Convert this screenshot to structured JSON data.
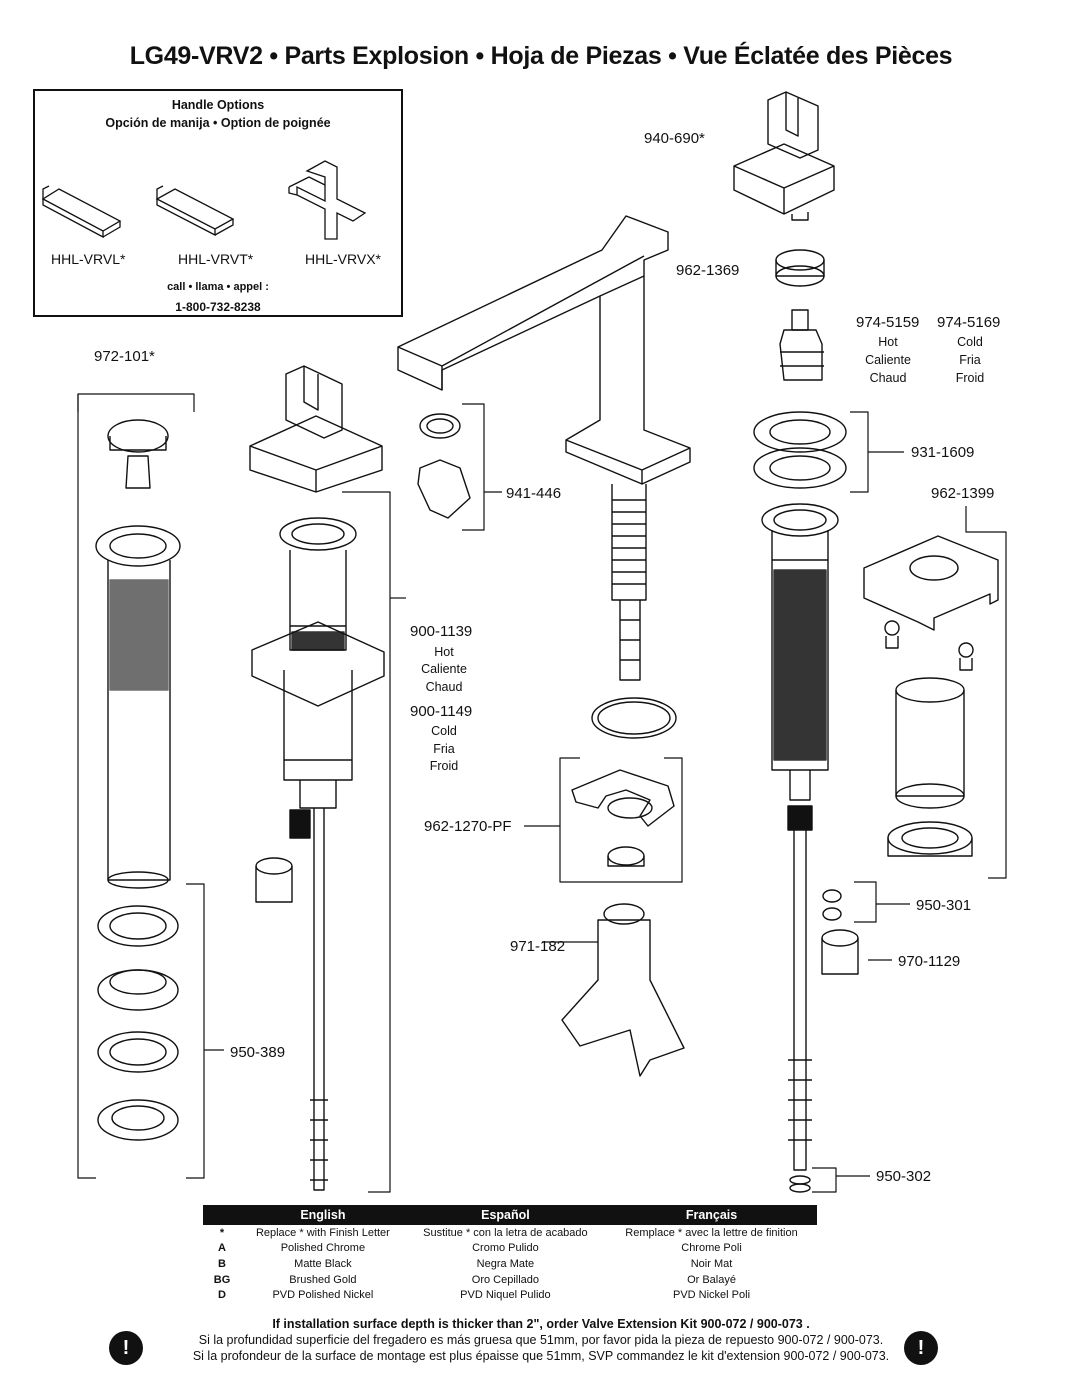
{
  "title": "LG49-VRV2  •  Parts Explosion  •  Hoja de Piezas  •  Vue Éclatée des Pièces",
  "handle_box": {
    "heading": "Handle Options",
    "subheading": "Opción de manija • Option de poignée",
    "options": [
      "HHL-VRVL*",
      "HHL-VRVT*",
      "HHL-VRVX*"
    ],
    "call": "call • llama • appel :",
    "phone": "1-800-732-8238"
  },
  "parts": {
    "p940_690": "940-690*",
    "p962_1369": "962-1369",
    "p974_5159": "974-5159",
    "p974_5169": "974-5169",
    "hot_es_fr": [
      "Hot",
      "Caliente",
      "Chaud"
    ],
    "cold_es_fr": [
      "Cold",
      "Fria",
      "Froid"
    ],
    "p931_1609": "931-1609",
    "p962_1399": "962-1399",
    "p972_101": "972-101*",
    "p941_446": "941-446",
    "p900_1139": "900-1139",
    "p900_1149": "900-1149",
    "p962_1270": "962-1270-PF",
    "p971_182": "971-182",
    "p950_301": "950-301",
    "p970_1129": "970-1129",
    "p950_389": "950-389",
    "p950_302": "950-302"
  },
  "finish_table": {
    "headers": [
      "English",
      "Español",
      "Français"
    ],
    "rows": [
      {
        "key": "*",
        "en": "Replace * with Finish Letter",
        "es": "Sustitue * con la letra de acabado",
        "fr": "Remplace * avec la lettre de finition"
      },
      {
        "key": "A",
        "en": "Polished Chrome",
        "es": "Cromo Pulido",
        "fr": "Chrome Poli"
      },
      {
        "key": "B",
        "en": "Matte Black",
        "es": "Negra Mate",
        "fr": "Noir Mat"
      },
      {
        "key": "BG",
        "en": "Brushed Gold",
        "es": "Oro Cepillado",
        "fr": "Or Balayé"
      },
      {
        "key": "D",
        "en": "PVD Polished Nickel",
        "es": "PVD Niquel Pulido",
        "fr": "PVD Nickel Poli"
      }
    ]
  },
  "notes": {
    "en": "If installation surface depth is thicker than 2\", order Valve Extension Kit 900-072 / 900-073 .",
    "es": "Si la profundidad superficie del fregadero es más gruesa que 51mm, por favor pida la pieza de repuesto 900-072 / 900-073.",
    "fr": "Si la profondeur de la surface de montage est plus épaisse que 51mm, SVP commandez le kit d'extension 900-072 / 900-073.",
    "warn_glyph": "!"
  }
}
